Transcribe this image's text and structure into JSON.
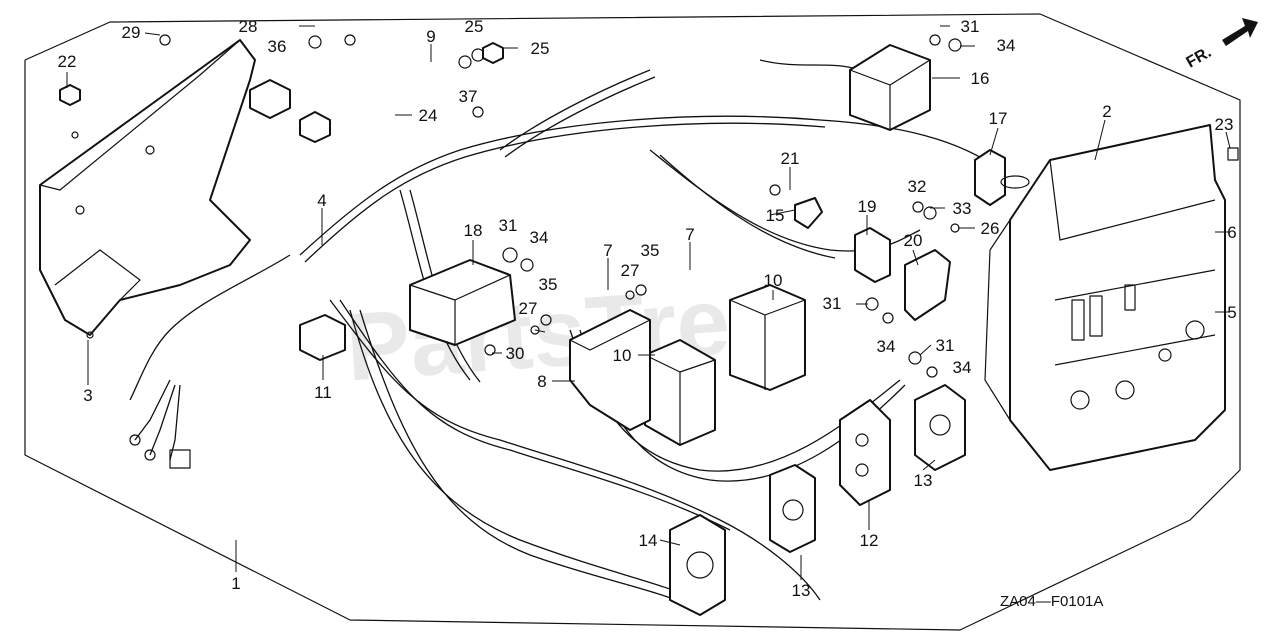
{
  "watermark": "PartsTree",
  "diagram_code": "ZA04—F0101A",
  "direction_label": "FR.",
  "callouts": [
    "1",
    "2",
    "3",
    "4",
    "5",
    "6",
    "7",
    "7",
    "8",
    "9",
    "10",
    "10",
    "11",
    "12",
    "13",
    "13",
    "14",
    "15",
    "16",
    "17",
    "18",
    "19",
    "20",
    "21",
    "22",
    "23",
    "24",
    "25",
    "25",
    "26",
    "27",
    "27",
    "28",
    "29",
    "30",
    "31",
    "31",
    "31",
    "31",
    "32",
    "33",
    "34",
    "34",
    "34",
    "34",
    "35",
    "35",
    "36",
    "37"
  ],
  "icons": [
    "direction-arrow-icon"
  ]
}
